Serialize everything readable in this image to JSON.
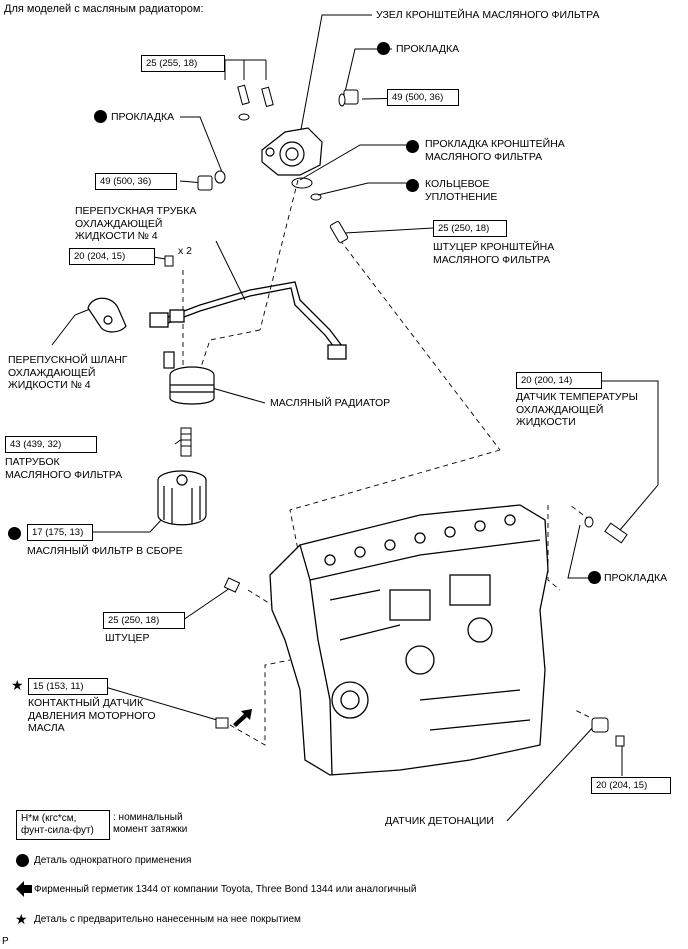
{
  "header": {
    "title": "Для моделей с масляным радиатором:"
  },
  "labels": {
    "bracket_assembly": "УЗЕЛ КРОНШТЕЙНА МАСЛЯНОГО ФИЛЬТРА",
    "gasket_top": "ПРОКЛАДКА",
    "gasket_left": "ПРОКЛАДКА",
    "bracket_gasket": "ПРОКЛАДКА КРОНШТЕЙНА\nМАСЛЯНОГО ФИЛЬТРА",
    "o_ring": "КОЛЬЦЕВОЕ\nУПЛОТНЕНИЕ",
    "bypass_pipe": "ПЕРЕПУСКНАЯ ТРУБКА\nОХЛАЖДАЮЩЕЙ\nЖИДКОСТИ № 4",
    "x2": "x 2",
    "bracket_union": "ШТУЦЕР КРОНШТЕЙНА\nМАСЛЯНОГО ФИЛЬТРА",
    "bypass_hose": "ПЕРЕПУСКНОЙ ШЛАНГ\nОХЛАЖДАЮЩЕЙ\nЖИДКОСТИ № 4",
    "oil_cooler": "МАСЛЯНЫЙ РАДИАТОР",
    "coolant_temp_sensor": "ДАТЧИК ТЕМПЕРАТУРЫ\nОХЛАЖДАЮЩЕЙ\nЖИДКОСТИ",
    "oil_filter_union": "ПАТРУБОК\nМАСЛЯНОГО ФИЛЬТРА",
    "oil_filter_assembly": "МАСЛЯНЫЙ ФИЛЬТР В СБОРЕ",
    "gasket_right": "ПРОКЛАДКА",
    "union": "ШТУЦЕР",
    "oil_pressure_switch": "КОНТАКТНЫЙ ДАТЧИК\nДАВЛЕНИЯ МОТОРНОГО\nМАСЛА",
    "knock_sensor": "ДАТЧИК ДЕТОНАЦИИ"
  },
  "torques": {
    "t_bracket_bolts": "25 (255, 18)",
    "t_top_plug": "49 (500, 36)",
    "t_left_plug": "49 (500, 36)",
    "t_bracket_union": "25 (250, 18)",
    "t_pipe_bolts": "20 (204, 15)",
    "t_temp_sensor": "20 (200, 14)",
    "t_filter_union": "43 (439, 32)",
    "t_oil_filter": "17 (175, 13)",
    "t_union": "25 (250, 18)",
    "t_pressure_switch": "15 (153, 11)",
    "t_knock_sensor": "20 (204, 15)"
  },
  "legend": {
    "unit_box": "Н*м (кгс*см,\nфунт-сила-фут)",
    "unit_desc": ": номинальный\nмомент затяжки",
    "non_reusable": "Деталь однократного применения",
    "sealant": "Фирменный герметик 1344 от компании Toyota, Three Bond 1344 или аналогичный",
    "precoated": "Деталь с предварительно нанесенным на нее покрытием"
  },
  "footer": {
    "code": "P"
  }
}
